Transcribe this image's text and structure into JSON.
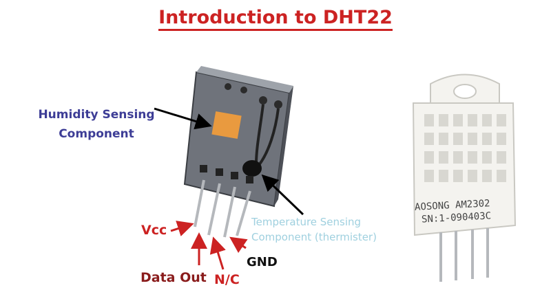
{
  "title": "Introduction to DHT22",
  "labels": {
    "humidity_line1": "Humidity Sensing",
    "humidity_line2": "Component",
    "temperature_line1": "Temperature Sensing",
    "temperature_line2": "Component (thermister)",
    "vcc": "Vcc",
    "data_out": "Data Out",
    "nc": "N/C",
    "gnd": "GND"
  },
  "case_markings": {
    "line1": "AOSONG AM2302",
    "line2": "SN:1-090403C"
  },
  "colors": {
    "title": "#cc2222",
    "humidity_label": "#3d3d96",
    "temperature_label": "#9fd0df",
    "pin_label_red": "#cc2222",
    "pin_label_dark_red": "#8a1c1c"
  }
}
